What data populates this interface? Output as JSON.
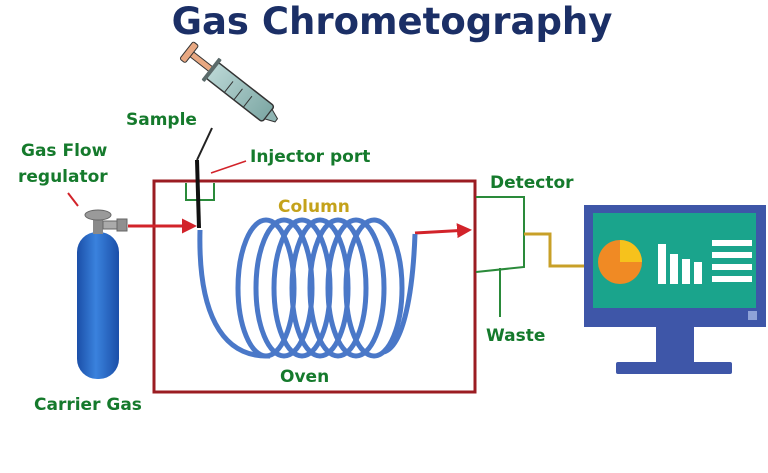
{
  "title": "Gas Chrometography",
  "labels": {
    "sample": "Sample",
    "gas_flow_line1": "Gas Flow",
    "gas_flow_line2": "regulator",
    "injector_port": "Injector port",
    "detector": "Detector",
    "column": "Column",
    "oven": "Oven",
    "waste": "Waste",
    "carrier_gas": "Carrier Gas"
  },
  "colors": {
    "title": "#1b2f66",
    "label_green": "#157a2c",
    "column_label": "#c4a21a",
    "oven_border": "#9b1c22",
    "arrow_red": "#d2232a",
    "coil_blue": "#4a78c8",
    "cylinder_blue": "#2266c4",
    "monitor_frame": "#3e56a8",
    "screen_teal": "#1aa48c",
    "pie_orange": "#f08a24",
    "pie_yellow": "#f6c21c",
    "detector_wire": "#c8a028"
  },
  "icons": [
    "syringe-icon",
    "gas-cylinder-icon",
    "computer-monitor-icon",
    "pie-chart-icon",
    "bar-chart-icon"
  ]
}
